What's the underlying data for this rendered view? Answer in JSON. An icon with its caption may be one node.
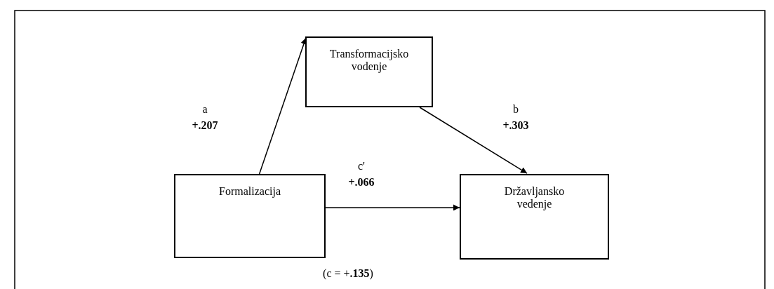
{
  "diagram": {
    "nodes": [
      {
        "text": [
          "Transformacijsko vodenje"
        ]
      },
      {
        "text": [
          "Formalizacija"
        ]
      },
      {
        "text": [
          "Državljansko vedenje"
        ]
      }
    ],
    "edges": [
      {
        "from": 1,
        "to": 0,
        "arrow": "to"
      },
      {
        "from": 0,
        "to": 2,
        "arrow": "to"
      },
      {
        "from": 1,
        "to": 2,
        "arrow": "to"
      }
    ],
    "labels": [
      "a",
      "+.207",
      "b",
      "+.303",
      "c'",
      "+.066",
      "(c = +**.135**)"
    ]
  }
}
